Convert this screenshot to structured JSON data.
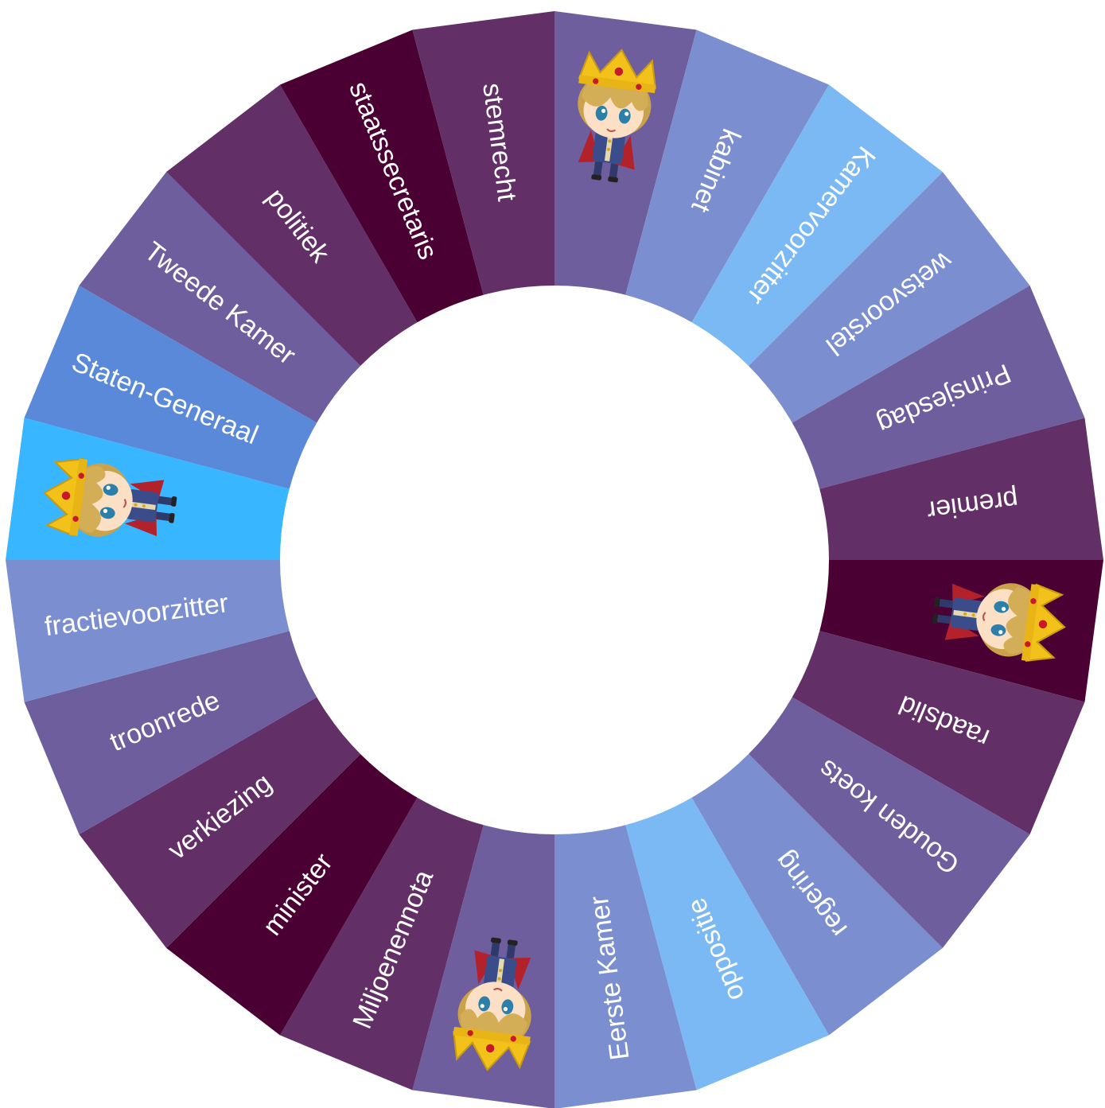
{
  "wheel": {
    "segments": [
      {
        "type": "icon",
        "icon": "crowned-prince-icon",
        "color": "#6E5E9E"
      },
      {
        "type": "text",
        "label": "kabinet",
        "color": "#7B8FD0"
      },
      {
        "type": "text",
        "label": "Kamervoorzitter",
        "color": "#7BB9F5"
      },
      {
        "type": "text",
        "label": "wetsvoorstel",
        "color": "#7B8FD0"
      },
      {
        "type": "text",
        "label": "Prinsjesdag",
        "color": "#6E5E9E"
      },
      {
        "type": "text",
        "label": "premier",
        "color": "#632F67"
      },
      {
        "type": "icon",
        "icon": "crowned-prince-icon",
        "color": "#4B0033"
      },
      {
        "type": "text",
        "label": "raadslid",
        "color": "#632F67"
      },
      {
        "type": "text",
        "label": "Gouden koets",
        "color": "#6E5E9E"
      },
      {
        "type": "text",
        "label": "regering",
        "color": "#7B8FD0"
      },
      {
        "type": "text",
        "label": "oppositie",
        "color": "#7BB9F5"
      },
      {
        "type": "text",
        "label": "Eerste Kamer",
        "color": "#7B8FD0"
      },
      {
        "type": "icon",
        "icon": "crowned-prince-icon",
        "color": "#6E5E9E"
      },
      {
        "type": "text",
        "label": "Miljoenennota",
        "color": "#632F67"
      },
      {
        "type": "text",
        "label": "minister",
        "color": "#4B0033"
      },
      {
        "type": "text",
        "label": "verkiezing",
        "color": "#632F67"
      },
      {
        "type": "text",
        "label": "troonrede",
        "color": "#6E5E9E"
      },
      {
        "type": "text",
        "label": "fractievoorzitter",
        "color": "#7B8FD0"
      },
      {
        "type": "icon",
        "icon": "crowned-prince-icon",
        "color": "#38B6FF"
      },
      {
        "type": "text",
        "label": "Staten-Generaal",
        "color": "#5A89DA"
      },
      {
        "type": "text",
        "label": "Tweede Kamer",
        "color": "#6E5E9E"
      },
      {
        "type": "text",
        "label": "politiek",
        "color": "#632F67"
      },
      {
        "type": "text",
        "label": "staatssecretaris",
        "color": "#4B0033"
      },
      {
        "type": "text",
        "label": "stemrecht",
        "color": "#632F67"
      }
    ]
  }
}
